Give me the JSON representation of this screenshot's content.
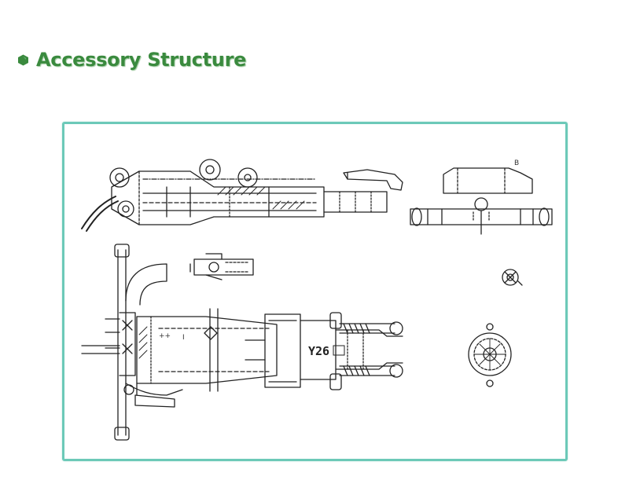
{
  "heading": {
    "title": "Accessory Structure",
    "bullet_icon": "hexagon-bullet-icon",
    "color": "#3a8a3e"
  },
  "frame": {
    "border_color": "#6cc9b8"
  },
  "diagram": {
    "model_label": "Y26",
    "mark_plus": "++",
    "mark_small": "I",
    "mark_b": "B"
  }
}
